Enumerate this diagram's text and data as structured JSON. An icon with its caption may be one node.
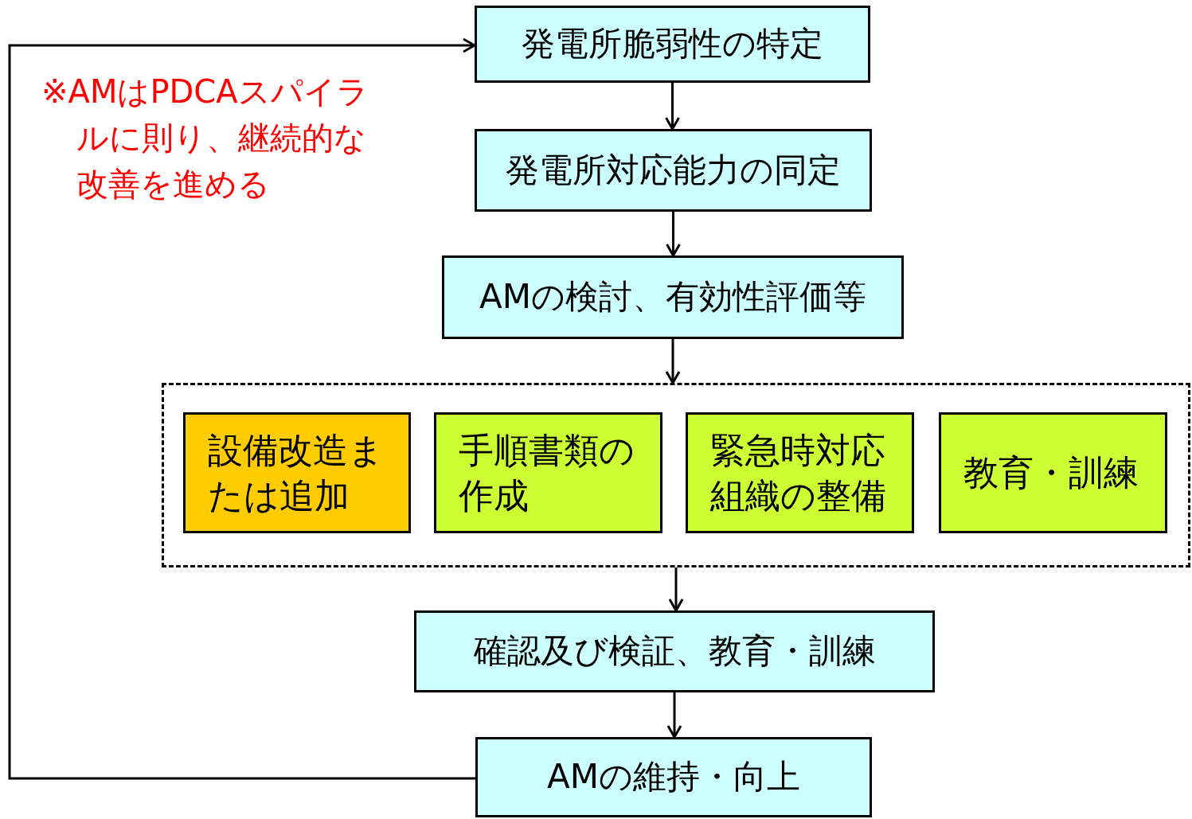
{
  "diagram": {
    "nodes": [
      {
        "text": [
          "発電所脆弱性の特定"
        ]
      },
      {
        "text": [
          "発電所対応能力の同定"
        ]
      },
      {
        "text": [
          "AMの検討、有効性評価等"
        ]
      },
      {
        "text": [],
        "shape": "box"
      },
      {
        "text": [
          "設備改造または追加"
        ],
        "in": 3
      },
      {
        "text": [
          "手順書類の作成"
        ],
        "in": 3
      },
      {
        "text": [
          "緊急時対応組織の整備"
        ],
        "in": 3
      },
      {
        "text": [
          "教育・訓練"
        ],
        "in": 3
      },
      {
        "text": [
          "確認及び検証、教育・訓練"
        ]
      },
      {
        "text": [
          "AMの維持・向上"
        ]
      }
    ],
    "edges": [
      {
        "from": 0,
        "to": 1,
        "arrow": "to"
      },
      {
        "from": 1,
        "to": 2,
        "arrow": "to"
      },
      {
        "from": 2,
        "to": 3,
        "arrow": "to"
      },
      {
        "from": 3,
        "to": 8,
        "arrow": "to"
      },
      {
        "from": 8,
        "to": 9,
        "arrow": "to"
      },
      {
        "from": 9,
        "to": 0,
        "arrow": "to"
      }
    ],
    "labels": [
      "※AMはPDCAスパイラルに則り、継続的な改善を進める"
    ]
  }
}
